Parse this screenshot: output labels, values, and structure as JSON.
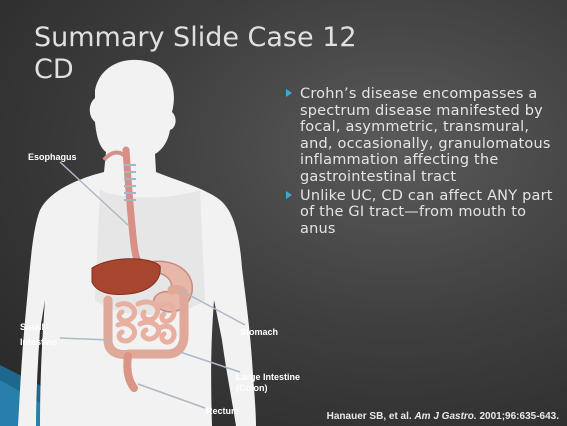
{
  "slide": {
    "title_line1": "Summary Slide Case 12",
    "title_line2": "CD"
  },
  "bullets": [
    "Crohn’s disease encompasses a spectrum disease manifested by focal, asymmetric, transmural, and, occasionally, granulomatous inflammation affecting the gastrointestinal tract",
    "Unlike UC, CD can affect ANY part of the GI tract—from mouth to anus"
  ],
  "labels": {
    "esophagus": "Esophagus",
    "small_intestine_line1": "Small",
    "small_intestine_line2": "Intestine",
    "stomach": "Stomach",
    "large_intestine_line1": "Large Intestine",
    "large_intestine_line2": "(Colon)",
    "rectum": "Rectum"
  },
  "citation": {
    "authors": "Hanauer SB, et al.",
    "journal": "Am J Gastro.",
    "details": "2001;96:635-643."
  },
  "colors": {
    "accent": "#3fa9d6",
    "body_silhouette": "#f2f2f2",
    "liver": "#a8452f",
    "intestine": "#e8b0a0"
  }
}
